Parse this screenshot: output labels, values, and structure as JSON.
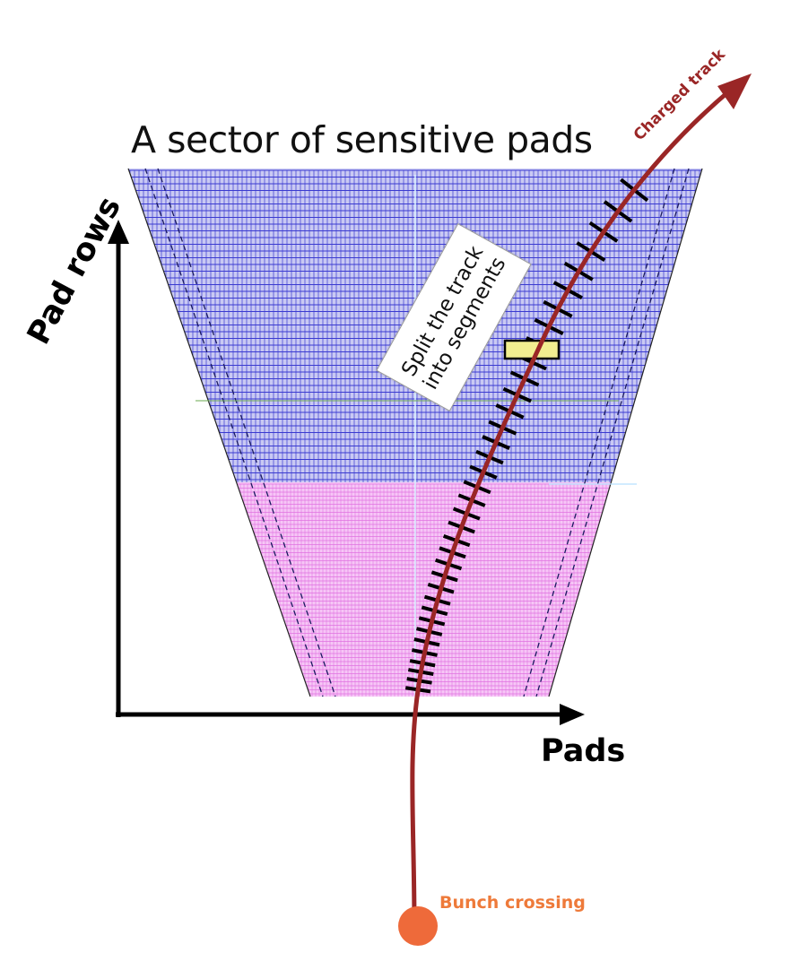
{
  "title": "A sector of sensitive pads",
  "axes": {
    "x_label": "Pads",
    "y_label": "Pad rows"
  },
  "annotations": {
    "split_line1": "Split the track",
    "split_line2": "into segments",
    "charged_track": "Charged track",
    "bunch_crossing": "Bunch crossing"
  },
  "colors": {
    "outer_rows": "#3a3ad0",
    "inner_rows": "#e070e0",
    "track": "#9a2626",
    "bunch_point": "#ee6a3a",
    "segment_highlight": "#f2ee90",
    "segment_ticks": "#000000"
  },
  "icons": [
    "arrow-up-icon",
    "arrow-right-icon",
    "arrowhead-icon"
  ]
}
